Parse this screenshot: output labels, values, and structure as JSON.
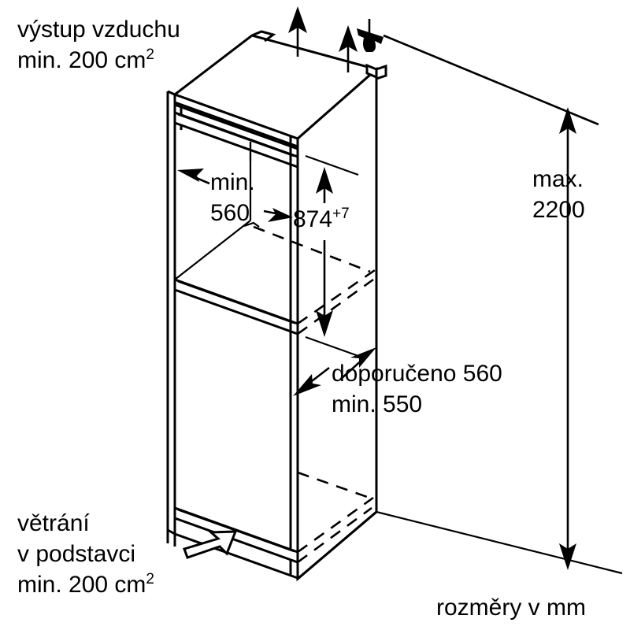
{
  "diagram": {
    "title": "Built-in refrigerator niche installation dimensions",
    "units_note": "rozměry v mm",
    "labels": {
      "air_outlet": {
        "line1": "výstup vzduchu",
        "line2_pre": "min. 200 cm",
        "line2_sup": "2"
      },
      "niche_width": {
        "line1": "min.",
        "line2": "560"
      },
      "niche_height": {
        "value": "874",
        "tolerance": "+7"
      },
      "max_height": {
        "line1": "max.",
        "line2": "2200"
      },
      "depth": {
        "line1": "doporučeno 560",
        "line2": "min. 550"
      },
      "base_vent": {
        "line1": "větrání",
        "line2": "v podstavci",
        "line3_pre": "min. 200 cm",
        "line3_sup": "2"
      },
      "units": "rozměry v mm"
    },
    "colors": {
      "stroke": "#000000",
      "background": "#ffffff"
    }
  }
}
